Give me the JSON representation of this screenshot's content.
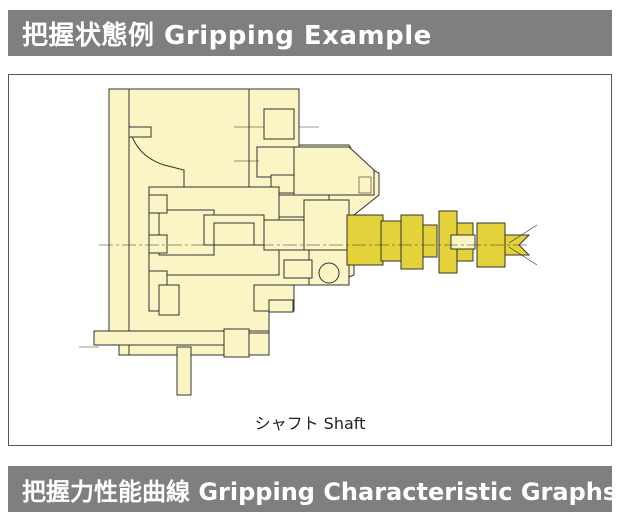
{
  "header": {
    "title": "把握状態例  Gripping Example"
  },
  "figure": {
    "caption": "シャフト  Shaft"
  },
  "section": {
    "title": "把握力性能曲線  Gripping Characteristic Graphs"
  }
}
